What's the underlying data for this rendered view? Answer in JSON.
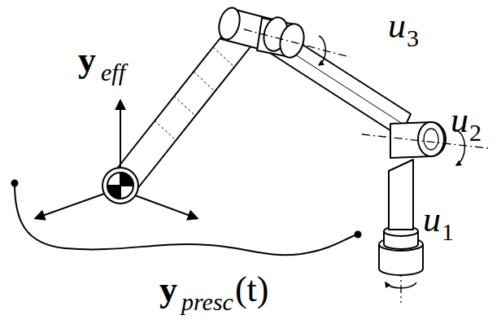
{
  "diagram": {
    "labels": [
      "y",
      "eff",
      "u",
      "3",
      "u",
      "2",
      "u",
      "1",
      "y",
      "presc",
      "(t)"
    ]
  }
}
